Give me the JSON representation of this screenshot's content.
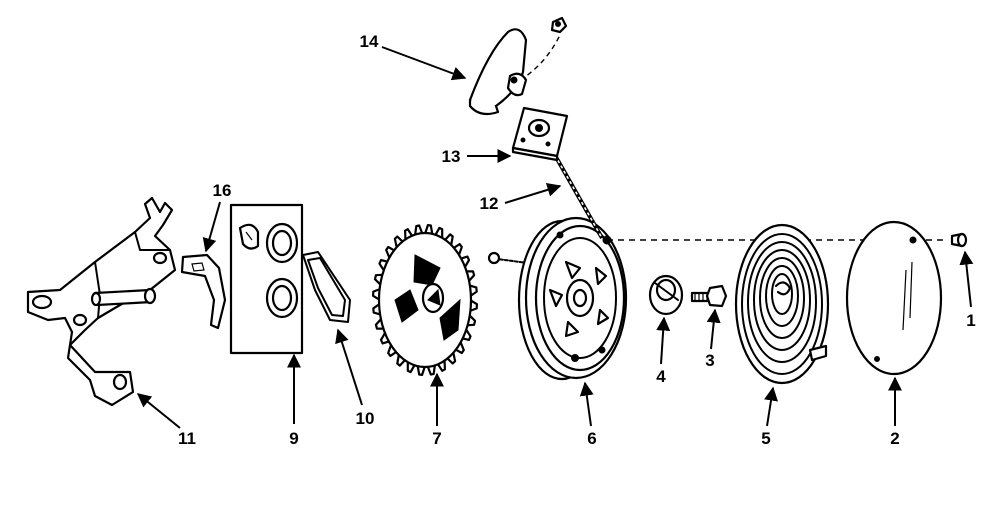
{
  "figure": {
    "callouts": [
      {
        "id": "c1",
        "text": "1",
        "part": "screw"
      },
      {
        "id": "c2",
        "text": "2",
        "part": "cover-plate"
      },
      {
        "id": "c3",
        "text": "3",
        "part": "bolt"
      },
      {
        "id": "c4",
        "text": "4",
        "part": "retainer-clip"
      },
      {
        "id": "c5",
        "text": "5",
        "part": "recoil-spring"
      },
      {
        "id": "c6",
        "text": "6",
        "part": "rope-pulley"
      },
      {
        "id": "c7",
        "text": "7",
        "part": "starter-gear"
      },
      {
        "id": "c9",
        "text": "9",
        "part": "gasket-plate"
      },
      {
        "id": "c10",
        "text": "10",
        "part": "spring-clip"
      },
      {
        "id": "c11",
        "text": "11",
        "part": "mounting-bracket"
      },
      {
        "id": "c12",
        "text": "12",
        "part": "starter-rope"
      },
      {
        "id": "c13",
        "text": "13",
        "part": "rope-guide"
      },
      {
        "id": "c14",
        "text": "14",
        "part": "handle"
      },
      {
        "id": "c16",
        "text": "16",
        "part": "pawl"
      }
    ],
    "colors": {
      "ink": "#000000",
      "paper": "#ffffff"
    }
  }
}
